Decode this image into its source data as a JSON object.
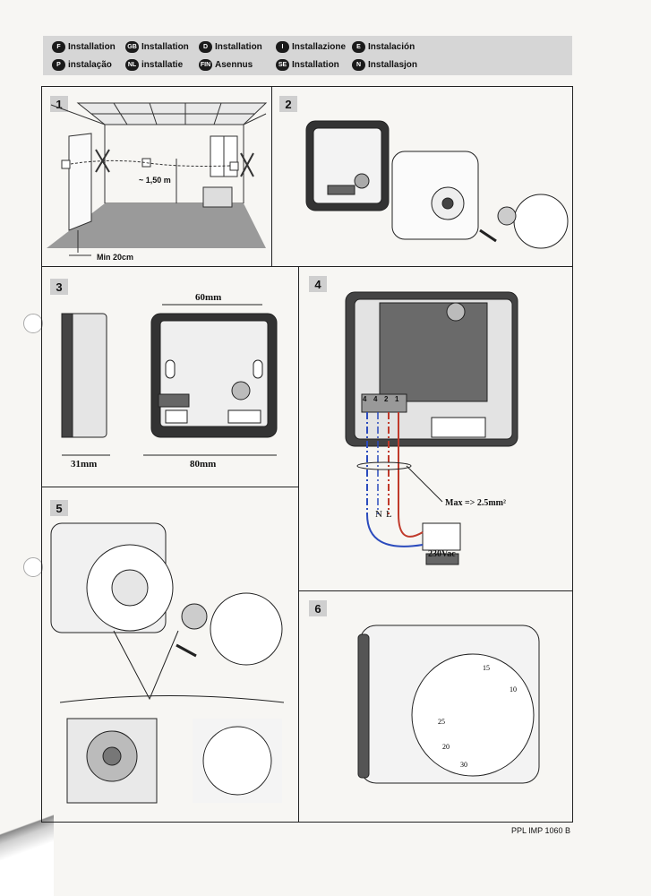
{
  "languages": [
    {
      "code": "F",
      "label": "Installation"
    },
    {
      "code": "GB",
      "label": "Installation"
    },
    {
      "code": "D",
      "label": "Installation"
    },
    {
      "code": "I",
      "label": "Installazione"
    },
    {
      "code": "E",
      "label": "Instalación"
    },
    {
      "code": "P",
      "label": "instalação"
    },
    {
      "code": "NL",
      "label": "installatie"
    },
    {
      "code": "FIN",
      "label": "Asennus"
    },
    {
      "code": "SE",
      "label": "Installation"
    },
    {
      "code": "N",
      "label": "Installasjon"
    }
  ],
  "steps": [
    "1",
    "2",
    "3",
    "4",
    "5",
    "6"
  ],
  "step1": {
    "height_label": "~ 1,50 m",
    "min_label": "Min 20cm"
  },
  "step3": {
    "width_top": "60mm",
    "depth": "31mm",
    "width_bottom": "80mm"
  },
  "step4": {
    "terminals": [
      "4",
      "4",
      "2",
      "1"
    ],
    "max_label": "Max => 2.5mm²",
    "n_label": "N",
    "l_label": "L",
    "voltage": "230Vac"
  },
  "step6": {
    "dial_labels": [
      "10",
      "15",
      "20",
      "25",
      "30"
    ]
  },
  "footer": {
    "code": "PPL IMP 1060 B"
  }
}
